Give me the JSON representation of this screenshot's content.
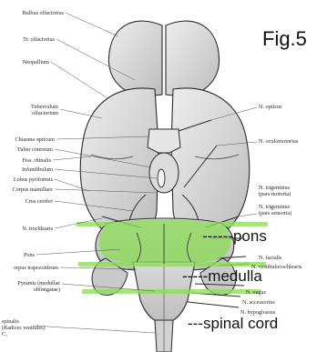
{
  "figure_label": "Fig.5",
  "left_labels": {
    "bulbus": "Bulbus olfactorius",
    "tr_olf": "Tr. olfactorius",
    "neopallium": "Neopallium",
    "tuberculum": "Tuberculum\nolfactorium",
    "chiasma": "Chiasma opticum",
    "tuber": "Tuber cinereum",
    "fiss": "Fiss. rhinalis",
    "infund": "Infundibulum",
    "lobus": "Lobus pyriformis",
    "corpus": "Corpus mamillare",
    "crus": "Crus cerebri",
    "trochlearis": "N. trochlearis",
    "pons": "Pons",
    "trapez": "orpus trapezoideum",
    "pyramis": "Pyramis (medullae\noblongatae)",
    "spinalis": "spinalis\n(Radices ventrales)\nC₁"
  },
  "right_labels": {
    "opticus": "N. opticus",
    "oculomotorius": "N. oculomotorius",
    "trig_motoria": "N. trigeminus\n(pars motoria)",
    "trig_sensoria": "N. trigeminus\n(pars sensoria)",
    "facialis": "N. facialis",
    "vestibulo": "N. vestibulocochlearis",
    "vagus": "N. vagus",
    "accessorius": "N. accessorius",
    "hypoglossus": "N. hypoglossus"
  },
  "annotations": {
    "pons": "------pons",
    "medulla": "-----medulla",
    "spinal": "---spinal cord"
  },
  "colors": {
    "highlight": "#8fdc5a",
    "outline": "#2b2b2b",
    "shade": "#cfcfcf"
  }
}
